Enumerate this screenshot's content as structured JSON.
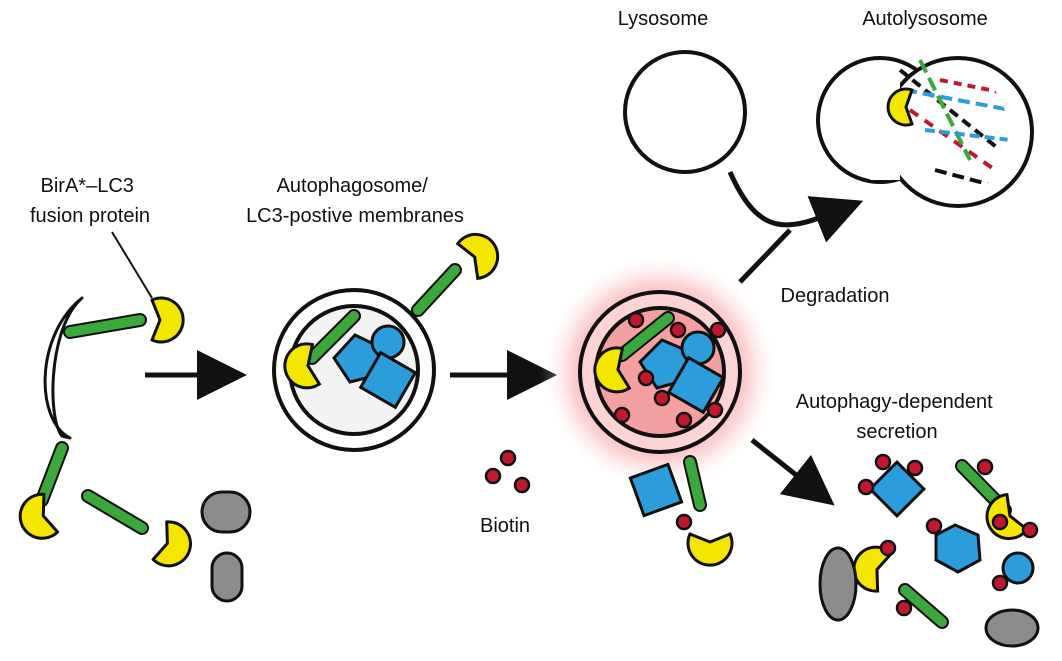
{
  "labels": {
    "fusion_protein": [
      "BirA*–LC3",
      "fusion protein"
    ],
    "autophagosome": [
      "Autophagosome/",
      "LC3-postive membranes"
    ],
    "biotin": "Biotin",
    "lysosome": "Lysosome",
    "autolysosome": "Autolysosome",
    "degradation": "Degradation",
    "secretion": [
      "Autophagy-dependent",
      "secretion"
    ]
  },
  "colors": {
    "stroke": "#111111",
    "lc3_green": "#3aa83a",
    "bira_yellow": "#f5e600",
    "protein_blue": "#2d9cdb",
    "biotin_red": "#c0182f",
    "other_gray": "#8c8c8c",
    "vesicle_fill": "#f3f3f3",
    "glow": "#f08080"
  }
}
